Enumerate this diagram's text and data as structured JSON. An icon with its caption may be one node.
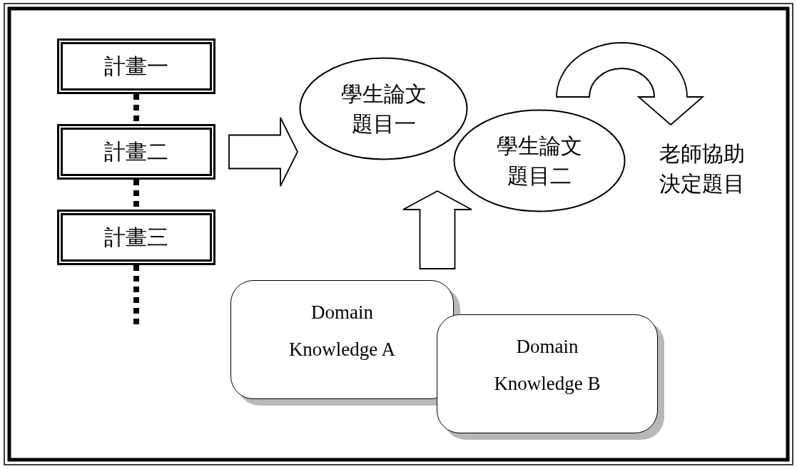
{
  "diagram": {
    "nodes": [
      {
        "text": [
          "計畫一"
        ]
      },
      {
        "text": [
          "計畫二"
        ]
      },
      {
        "text": [
          "計畫三"
        ]
      },
      {
        "text": [
          "學生論文題目一"
        ]
      },
      {
        "text": [
          "學生論文題目二"
        ]
      },
      {
        "text": [
          "老師協助決定題目"
        ]
      },
      {
        "text": [
          "Domain Knowledge A"
        ]
      },
      {
        "text": [
          "Domain Knowledge B"
        ]
      }
    ],
    "edges": [
      {
        "from": 0,
        "to": 1,
        "arrow": "none",
        "style": "dashed"
      },
      {
        "from": 1,
        "to": 2,
        "arrow": "none",
        "style": "dashed"
      },
      {
        "from": 2,
        "to": null,
        "arrow": "none",
        "style": "dashed"
      },
      {
        "from": 1,
        "to": 3,
        "arrow": "to"
      },
      {
        "from": 6,
        "to": 4,
        "arrow": "to"
      },
      {
        "from": null,
        "to": 5,
        "arrow": "to"
      }
    ]
  }
}
